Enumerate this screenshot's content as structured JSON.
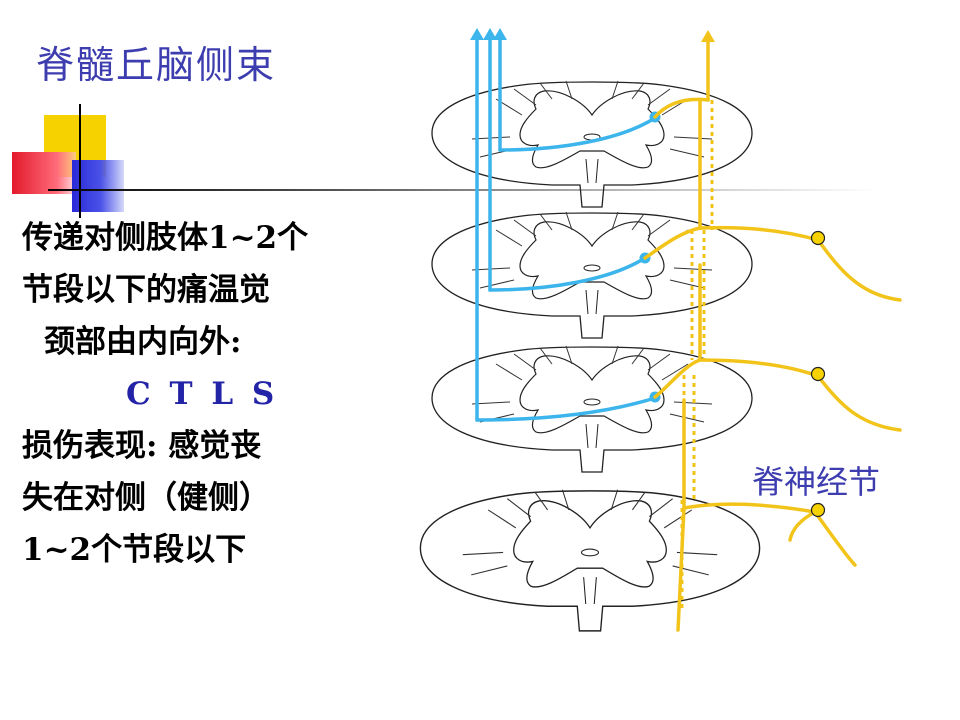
{
  "slide": {
    "title": "脊髓丘脑侧束",
    "body_lines": [
      "传递对侧肢体1~2个",
      "节段以下的痛温觉",
      "颈部由内向外:",
      "C T L S",
      "损伤表现: 感觉丧",
      "失在对侧（健侧）",
      "1~2个节段以下"
    ],
    "diagram_label": "脊神经节"
  },
  "colors": {
    "title": "#3d3db0",
    "emphasis": "#2323a8",
    "tract_blue": "#3cb4ec",
    "tract_yellow": "#f2c41a",
    "deco_yellow": "#f6d200",
    "deco_red": "#e21a2c",
    "deco_blue": "#2a2ad8"
  }
}
